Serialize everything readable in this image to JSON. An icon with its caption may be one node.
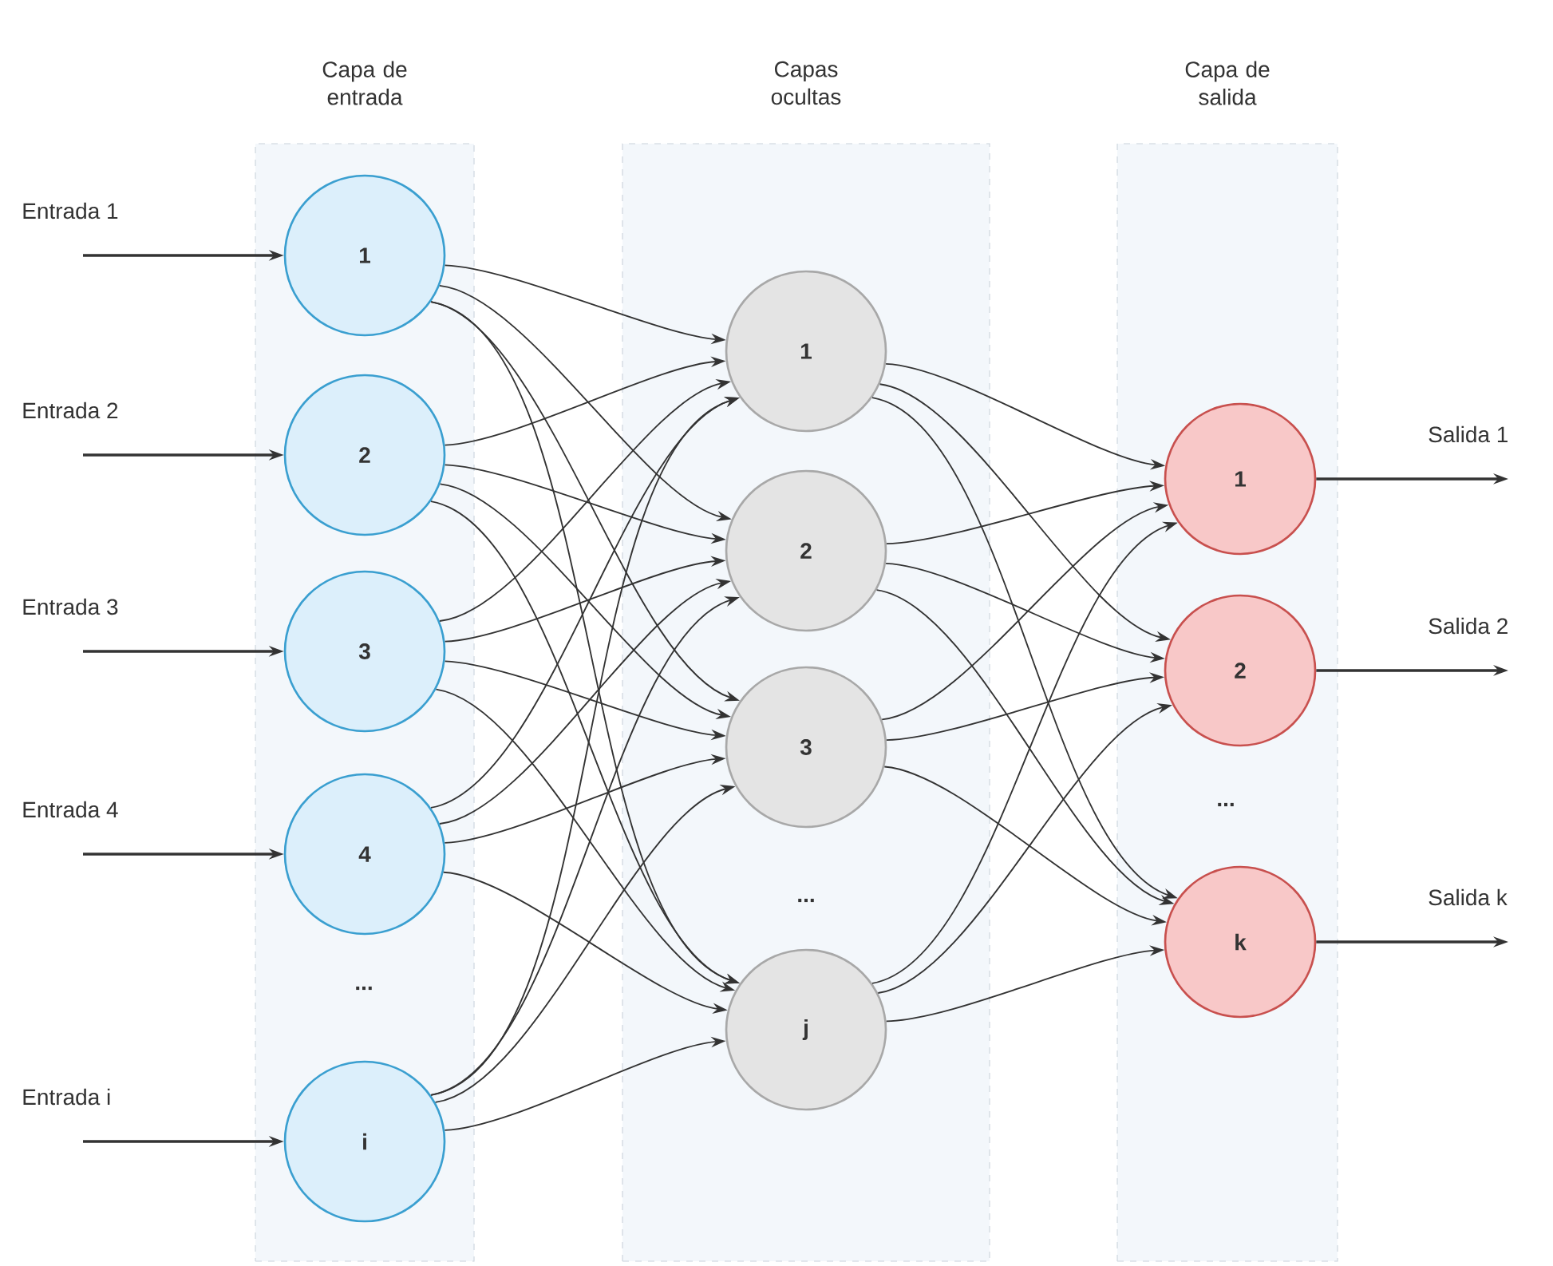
{
  "diagram": {
    "nodes": [
      {
        "text": [
          "Capa de entrada"
        ]
      },
      {
        "text": [
          "1"
        ],
        "in": 0
      },
      {
        "text": [
          "2"
        ],
        "in": 0
      },
      {
        "text": [
          "3"
        ],
        "in": 0
      },
      {
        "text": [
          "4"
        ],
        "in": 0
      },
      {
        "text": [
          "i"
        ],
        "in": 0
      },
      {
        "text": [
          "Capas ocultas"
        ]
      },
      {
        "text": [
          "1"
        ],
        "in": 6
      },
      {
        "text": [
          "2"
        ],
        "in": 6
      },
      {
        "text": [
          "3"
        ],
        "in": 6
      },
      {
        "text": [
          "j"
        ],
        "in": 6
      },
      {
        "text": [
          "Capa de salida"
        ]
      },
      {
        "text": [
          "1"
        ],
        "in": 11
      },
      {
        "text": [
          "2"
        ],
        "in": 11
      },
      {
        "text": [
          "k"
        ],
        "in": 11
      }
    ],
    "edges": [
      {
        "from": null,
        "to": 1,
        "arrow": "to",
        "label": "Entrada 1"
      },
      {
        "from": null,
        "to": 2,
        "arrow": "to",
        "label": "Entrada 2"
      },
      {
        "from": null,
        "to": 3,
        "arrow": "to",
        "label": "Entrada 3"
      },
      {
        "from": null,
        "to": 4,
        "arrow": "to",
        "label": "Entrada 4"
      },
      {
        "from": null,
        "to": 5,
        "arrow": "to",
        "label": "Entrada i"
      },
      {
        "from": 1,
        "to": 7,
        "arrow": "to"
      },
      {
        "from": 1,
        "to": 8,
        "arrow": "to"
      },
      {
        "from": 1,
        "to": 9,
        "arrow": "to"
      },
      {
        "from": 1,
        "to": 10,
        "arrow": "to"
      },
      {
        "from": 2,
        "to": 7,
        "arrow": "to"
      },
      {
        "from": 2,
        "to": 8,
        "arrow": "to"
      },
      {
        "from": 2,
        "to": 9,
        "arrow": "to"
      },
      {
        "from": 2,
        "to": 10,
        "arrow": "to"
      },
      {
        "from": 3,
        "to": 7,
        "arrow": "to"
      },
      {
        "from": 3,
        "to": 8,
        "arrow": "to"
      },
      {
        "from": 3,
        "to": 9,
        "arrow": "to"
      },
      {
        "from": 3,
        "to": 10,
        "arrow": "to"
      },
      {
        "from": 4,
        "to": 7,
        "arrow": "to"
      },
      {
        "from": 4,
        "to": 8,
        "arrow": "to"
      },
      {
        "from": 4,
        "to": 9,
        "arrow": "to"
      },
      {
        "from": 4,
        "to": 10,
        "arrow": "to"
      },
      {
        "from": 5,
        "to": 7,
        "arrow": "to"
      },
      {
        "from": 5,
        "to": 8,
        "arrow": "to"
      },
      {
        "from": 5,
        "to": 9,
        "arrow": "to"
      },
      {
        "from": 5,
        "to": 10,
        "arrow": "to"
      },
      {
        "from": 7,
        "to": 12,
        "arrow": "to"
      },
      {
        "from": 7,
        "to": 13,
        "arrow": "to"
      },
      {
        "from": 7,
        "to": 14,
        "arrow": "to"
      },
      {
        "from": 8,
        "to": 12,
        "arrow": "to"
      },
      {
        "from": 8,
        "to": 13,
        "arrow": "to"
      },
      {
        "from": 8,
        "to": 14,
        "arrow": "to"
      },
      {
        "from": 9,
        "to": 12,
        "arrow": "to"
      },
      {
        "from": 9,
        "to": 13,
        "arrow": "to"
      },
      {
        "from": 9,
        "to": 14,
        "arrow": "to"
      },
      {
        "from": 10,
        "to": 12,
        "arrow": "to"
      },
      {
        "from": 10,
        "to": 13,
        "arrow": "to"
      },
      {
        "from": 10,
        "to": 14,
        "arrow": "to"
      },
      {
        "from": 12,
        "to": null,
        "arrow": "to",
        "label": "Salida 1"
      },
      {
        "from": 13,
        "to": null,
        "arrow": "to",
        "label": "Salida 2"
      },
      {
        "from": 14,
        "to": null,
        "arrow": "to",
        "label": "Salida k"
      }
    ],
    "labels": [
      "...",
      "...",
      "..."
    ]
  }
}
